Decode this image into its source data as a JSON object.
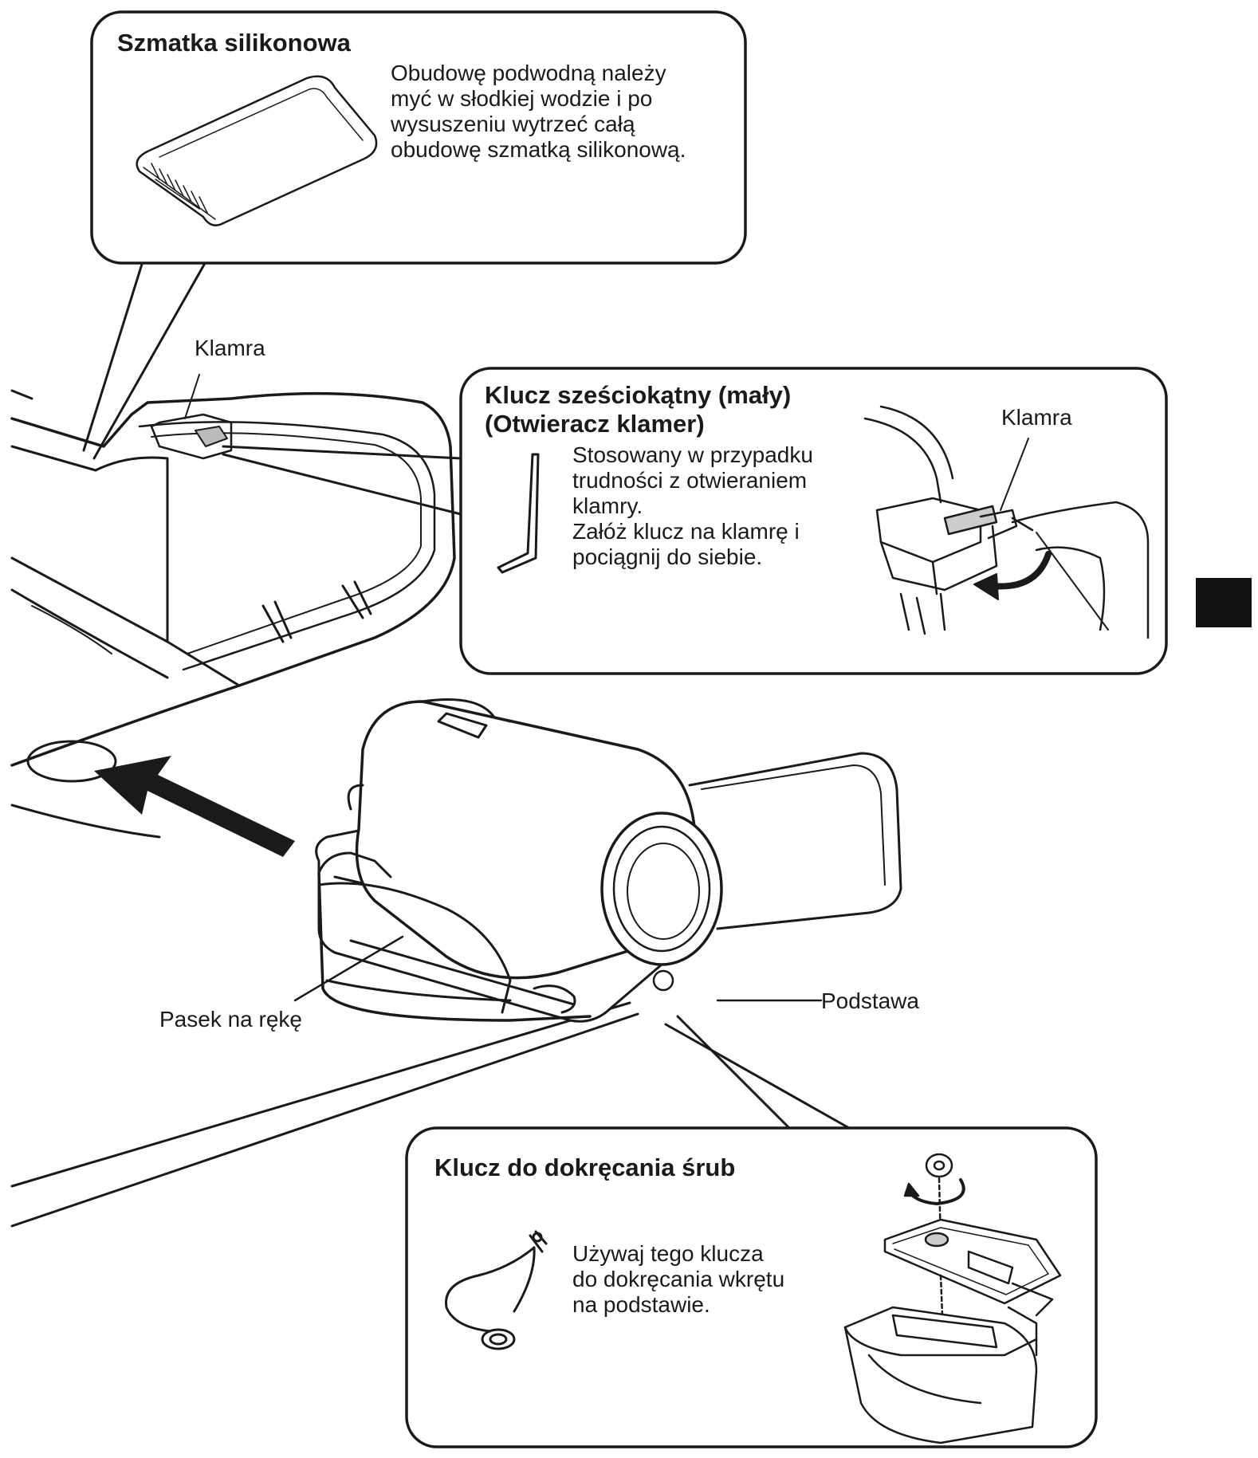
{
  "boxes": {
    "cloth": {
      "title": "Szmatka silikonowa",
      "lines": [
        "Obudowę podwodną należy",
        "myć w słodkiej wodzie i po",
        "wysuszeniu wytrzeć całą",
        "obudowę szmatką silikonową."
      ]
    },
    "hex_key": {
      "title_lines": [
        "Klucz sześciokątny (mały)",
        "(Otwieracz klamer)"
      ],
      "lines": [
        "Stosowany w przypadku",
        "trudności z otwieraniem",
        "klamry.",
        "Załóż klucz na klamrę i",
        "pociągnij do siebie."
      ],
      "clasp_label": "Klamra"
    },
    "screw_key": {
      "title": "Klucz do dokręcania śrub",
      "lines": [
        "Używaj tego klucza",
        "do dokręcania wkrętu",
        "na podstawie."
      ]
    }
  },
  "labels": {
    "clasp": "Klamra",
    "hand_strap": "Pasek na rękę",
    "base": "Podstawa"
  },
  "colors": {
    "ink": "#1a1a1a",
    "tab": "#111111",
    "paper": "#ffffff"
  }
}
